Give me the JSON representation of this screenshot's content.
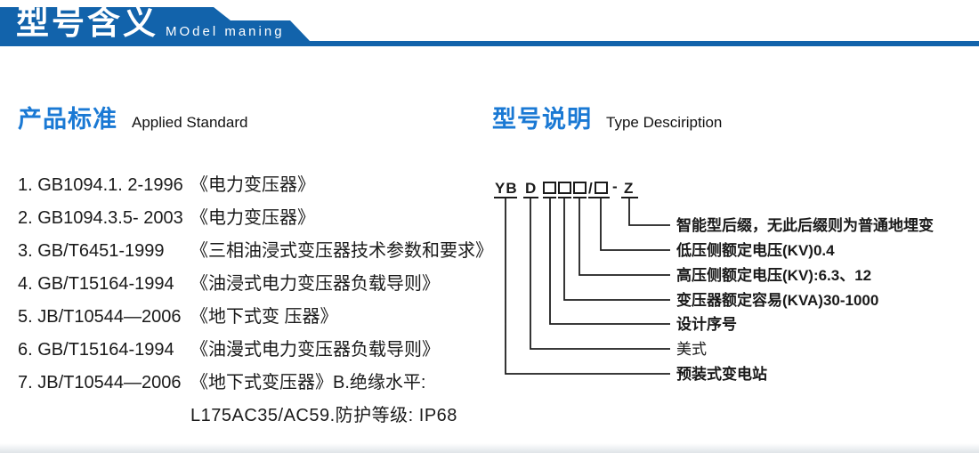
{
  "colors": {
    "banner_blue": "#1263ab",
    "heading_blue": "#1a79d4",
    "text_black": "#1a1a1a"
  },
  "banner": {
    "title": "型号含义",
    "subtitle": "MOdel maning"
  },
  "sections": {
    "standards": {
      "title_zh": "产品标准",
      "title_en": "Applied Standard"
    },
    "model": {
      "title_zh": "型号说明",
      "title_en": "Type Desciription"
    }
  },
  "standards": {
    "items": [
      {
        "code": "1. GB1094.1. 2-1996",
        "title": "《电力变压器》"
      },
      {
        "code": "2. GB1094.3.5- 2003",
        "title": "《电力变压器》"
      },
      {
        "code": "3. GB/T6451-1999",
        "title": "《三相油浸式变压器技术参数和要求》"
      },
      {
        "code": "4. GB/T15164-1994",
        "title": "《油浸式电力变压器负载导则》"
      },
      {
        "code": "5. JB/T10544—2006",
        "title": "《地下式变 压器》"
      },
      {
        "code": "6. GB/T15164-1994",
        "title": "《油漫式电力变压器负载导则》"
      },
      {
        "code": "7. JB/T10544—2006",
        "title": "《地下式变压器》B.绝缘水平:"
      }
    ],
    "continuation": "L175AC35/AC59.防护等级: IP68"
  },
  "diagram": {
    "code": "YBD□□□/□-Z",
    "code_parts": {
      "prefix": "YB",
      "type": "D",
      "slash": "/",
      "dash": "-",
      "suffix": "Z"
    },
    "labels": [
      {
        "text": "智能型后缀，无此后缀则为普通地埋变"
      },
      {
        "text": "低压侧额定电压(KV)0.4"
      },
      {
        "text": "高压侧额定电压(KV):6.3、12"
      },
      {
        "text": "变压器额定容易(KVA)30-1000"
      },
      {
        "text": "设计序号"
      },
      {
        "text": "美式"
      },
      {
        "text": "预装式变电站"
      }
    ]
  }
}
